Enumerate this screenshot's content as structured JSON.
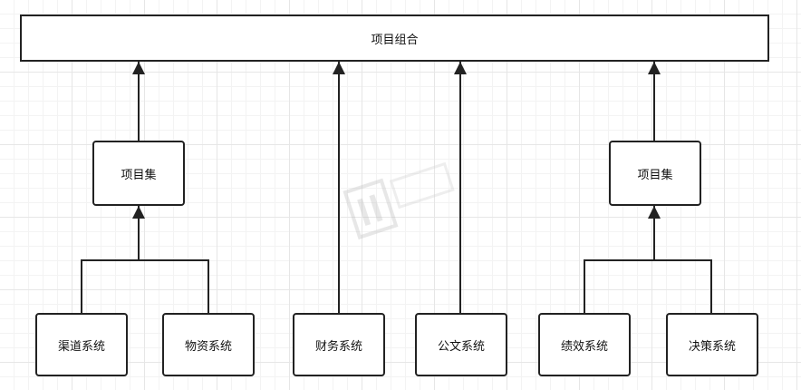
{
  "diagram": {
    "top": {
      "label": "项目组合"
    },
    "groups": [
      {
        "label": "项目集"
      },
      {
        "label": "项目集"
      }
    ],
    "systems": [
      {
        "label": "渠道系统"
      },
      {
        "label": "物资系统"
      },
      {
        "label": "财务系统"
      },
      {
        "label": "公文系统"
      },
      {
        "label": "绩效系统"
      },
      {
        "label": "决策系统"
      }
    ]
  },
  "colors": {
    "line": "#222222",
    "grid": "#e6e6e6"
  }
}
